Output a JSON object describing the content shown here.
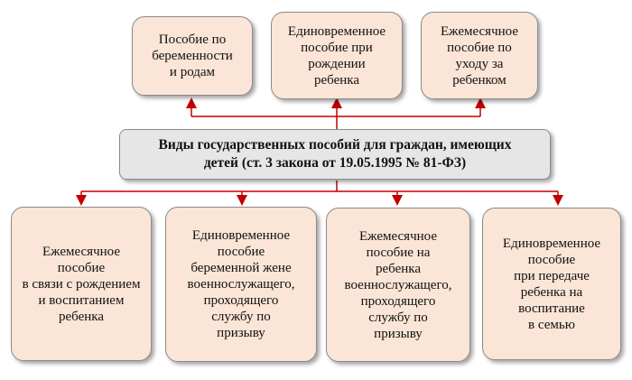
{
  "diagram": {
    "center": {
      "text": "Виды государственных пособий для граждан, имеющих\nдетей (ст. 3 закона от 19.05.1995 № 81-ФЗ)"
    },
    "top_boxes": [
      {
        "text": "Пособие по\nбеременности\nи родам"
      },
      {
        "text": "Единовременное\nпособие при\nрождении\nребенка"
      },
      {
        "text": "Ежемесячное\nпособие по\nуходу за\nребенком"
      }
    ],
    "bottom_boxes": [
      {
        "text": "Ежемесячное\nпособие\nв связи с рождением\nи воспитанием\nребенка"
      },
      {
        "text": "Единовременное\nпособие\nбеременной жене\nвоеннослужащего,\nпроходящего\nслужбу по\nпризыву"
      },
      {
        "text": "Ежемесячное\nпособие на\nребенка\nвоеннослужащего,\nпроходящего\nслужбу по\nпризыву"
      },
      {
        "text": "Единовременное\nпособие\nпри передаче\nребенка на\nвоспитание\nв семью"
      }
    ],
    "colors": {
      "connector": "#c00000",
      "box_fill": "#fbe5d6",
      "center_fill": "#e6e6e6",
      "border": "#8a8a8a"
    }
  }
}
